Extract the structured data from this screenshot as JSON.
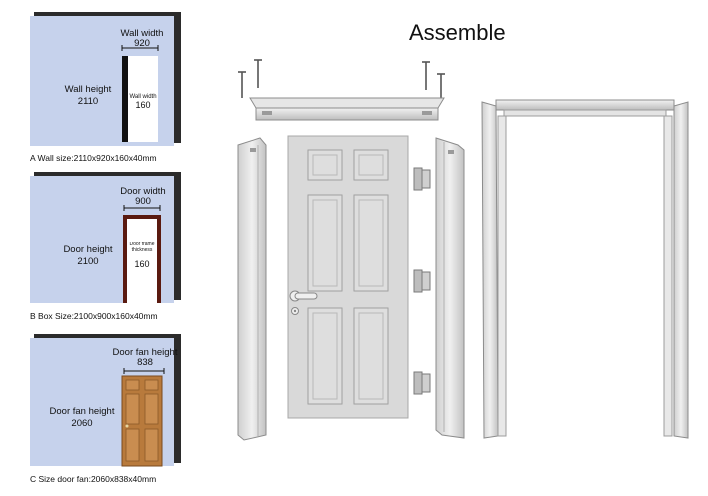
{
  "title": "Assemble",
  "panels": [
    {
      "caption": "A Wall size:2110x920x160x40mm",
      "top_label": "Wall width",
      "top_value": "920",
      "left_label": "Wall height",
      "left_value": "2110",
      "inner_label": "Wall width",
      "inner_value": "160"
    },
    {
      "caption": "B Box Size:2100x900x160x40mm",
      "top_label": "Door width",
      "top_value": "900",
      "left_label": "Door height",
      "left_value": "2100",
      "inner_label": "Door frame thickness",
      "inner_value": "160"
    },
    {
      "caption": "C Size door fan:2060x838x40mm",
      "top_label": "Door fan height",
      "top_value": "838",
      "left_label": "Door fan height",
      "left_value": "2060"
    }
  ],
  "colors": {
    "wall_fill": "#c6d2ec",
    "panel_edge": "#2b2b2b",
    "frame_gray": "#d9d9d9",
    "frame_stroke": "#8c8c8c",
    "wood": "#b87a3c",
    "box_frame": "#5a1a10"
  },
  "icons": [
    "screw-icon",
    "hinge-icon",
    "door-handle-icon"
  ]
}
